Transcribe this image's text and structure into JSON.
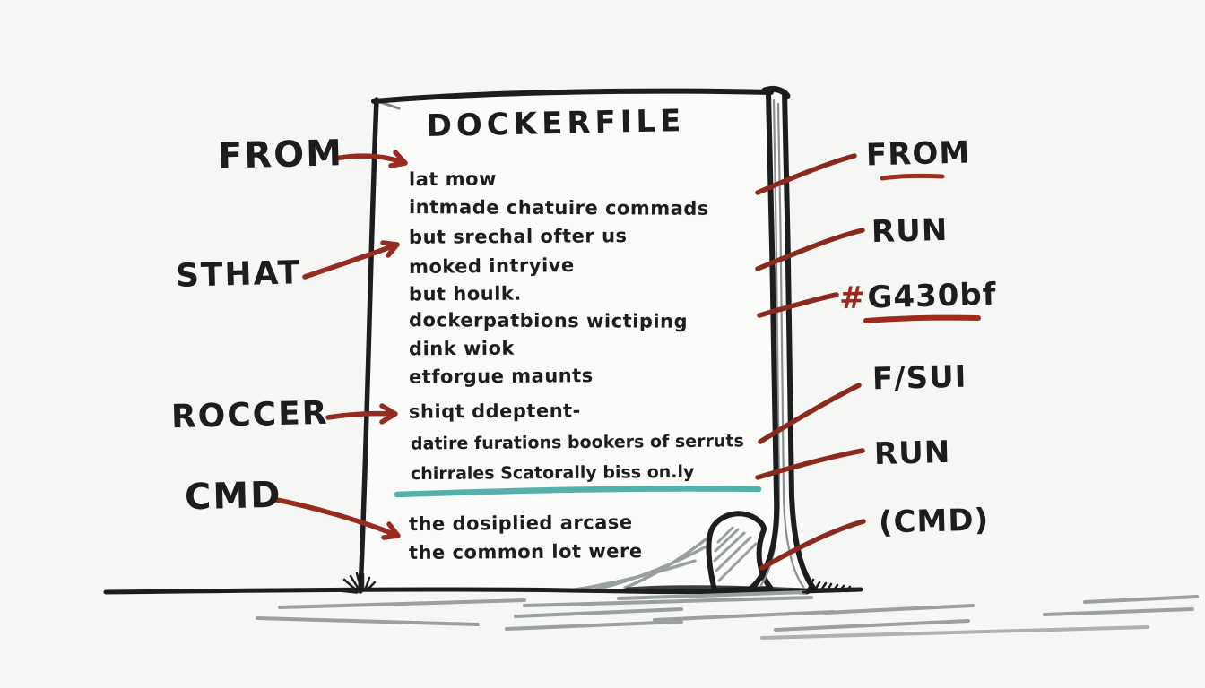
{
  "colors": {
    "ink": "#1d1d1d",
    "marker_red_left": "#962b1e",
    "marker_red_right": "#8a2a1d",
    "teal_underline": "#54b1aa",
    "pencil_gray": "#9aa0a0",
    "paper": "#fbfbfa",
    "background": "#f6f6f5"
  },
  "paper": {
    "title": "DOCKERFILE",
    "lines": [
      "lat mow",
      "intmade chatuire commads",
      "but srechal ofter us",
      "moked intryive",
      "but houlk.",
      "dockerpatbions wictiping",
      "dink wiok",
      "etforgue maunts",
      "shiqt ddeptent-",
      "datire furations bookers of serruts",
      "chirrales Scatorally biss on.ly",
      "the dosiplied arcase",
      "the common lot were"
    ]
  },
  "left_labels": [
    {
      "text": "FROM"
    },
    {
      "text": "STHAT"
    },
    {
      "text": "ROCCER"
    },
    {
      "text": "CMD"
    }
  ],
  "right_labels": [
    {
      "text": "FROM"
    },
    {
      "text": "RUN"
    },
    {
      "prefix": "#",
      "text": "G430bf"
    },
    {
      "text": "F/SUI"
    },
    {
      "text": "RUN"
    },
    {
      "text": "(CMD)"
    }
  ]
}
